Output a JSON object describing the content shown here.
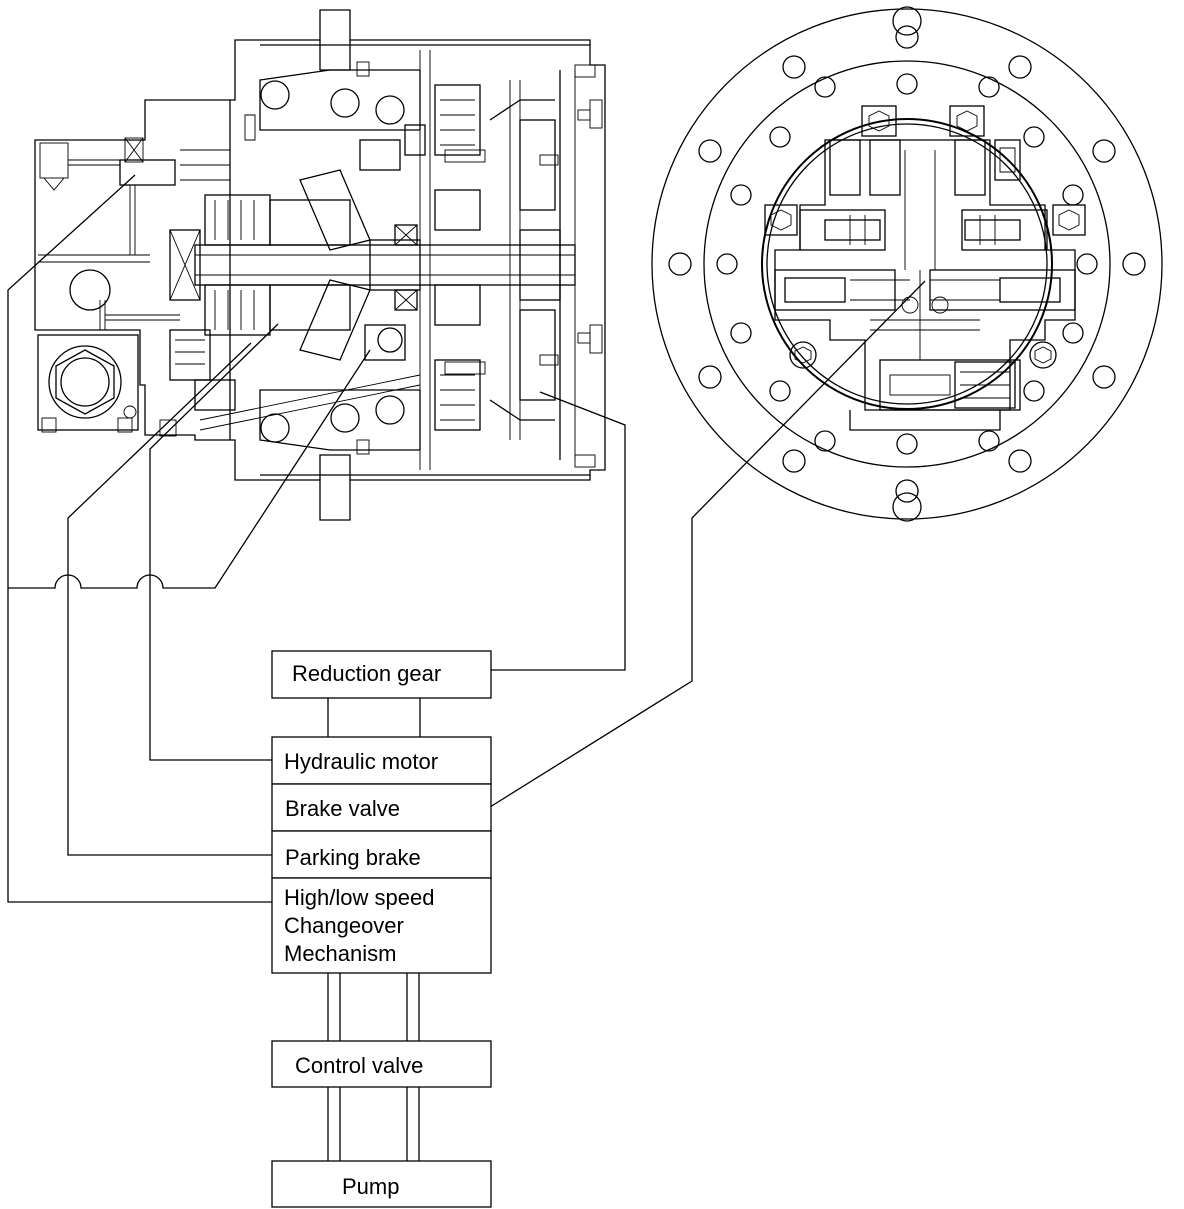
{
  "blocks": {
    "reduction_gear": "Reduction gear",
    "hydraulic_motor": "Hydraulic motor",
    "brake_valve": "Brake valve",
    "parking_brake": "Parking brake",
    "speed_mechanism": [
      "High/low speed",
      "Changeover",
      "Mechanism"
    ],
    "control_valve": "Control valve",
    "pump": "Pump"
  }
}
